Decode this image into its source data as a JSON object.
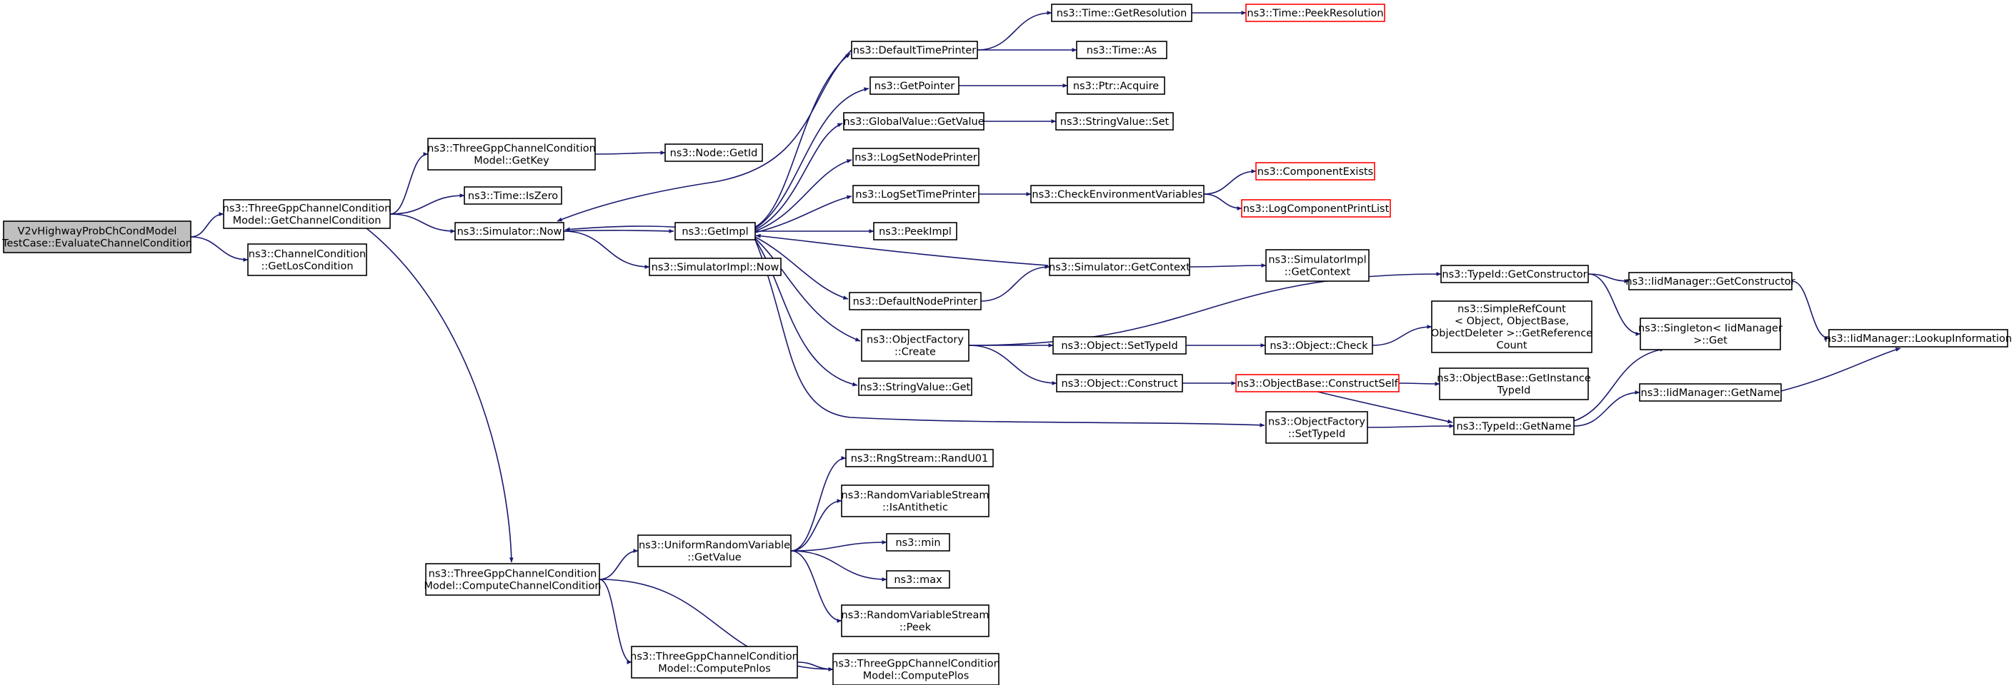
{
  "colors": {
    "edge": "#191970",
    "node_border": "#000000",
    "truncated_border": "#ff0000",
    "root_fill": "#bfbfbf",
    "node_fill": "#ffffff",
    "text": "#000000"
  },
  "nodes": [
    {
      "id": "root",
      "lines": [
        "V2vHighwayProbChCondModel",
        "TestCase::EvaluateChannelCondition"
      ],
      "style": "root"
    },
    {
      "id": "getChannelCondition",
      "lines": [
        "ns3::ThreeGppChannelCondition",
        "Model::GetChannelCondition"
      ],
      "style": "normal"
    },
    {
      "id": "getLosCondition",
      "lines": [
        "ns3::ChannelCondition",
        "::GetLosCondition"
      ],
      "style": "normal"
    },
    {
      "id": "getKey",
      "lines": [
        "ns3::ThreeGppChannelCondition",
        "Model::GetKey"
      ],
      "style": "normal"
    },
    {
      "id": "isZero",
      "lines": [
        "ns3::Time::IsZero"
      ],
      "style": "normal"
    },
    {
      "id": "simNow",
      "lines": [
        "ns3::Simulator::Now"
      ],
      "style": "normal"
    },
    {
      "id": "computeChannelCondition",
      "lines": [
        "ns3::ThreeGppChannelCondition",
        "Model::ComputeChannelCondition"
      ],
      "style": "normal"
    },
    {
      "id": "nodeGetId",
      "lines": [
        "ns3::Node::GetId"
      ],
      "style": "normal"
    },
    {
      "id": "getImpl",
      "lines": [
        "ns3::GetImpl"
      ],
      "style": "normal"
    },
    {
      "id": "simImplNow",
      "lines": [
        "ns3::SimulatorImpl::Now"
      ],
      "style": "normal"
    },
    {
      "id": "defaultTimePrinter",
      "lines": [
        "ns3::DefaultTimePrinter"
      ],
      "style": "normal"
    },
    {
      "id": "getPointer",
      "lines": [
        "ns3::GetPointer"
      ],
      "style": "normal"
    },
    {
      "id": "globalValueGetValue",
      "lines": [
        "ns3::GlobalValue::GetValue"
      ],
      "style": "normal"
    },
    {
      "id": "logSetNodePrinter",
      "lines": [
        "ns3::LogSetNodePrinter"
      ],
      "style": "normal"
    },
    {
      "id": "logSetTimePrinter",
      "lines": [
        "ns3::LogSetTimePrinter"
      ],
      "style": "normal"
    },
    {
      "id": "peekImpl",
      "lines": [
        "ns3::PeekImpl"
      ],
      "style": "normal"
    },
    {
      "id": "defaultNodePrinter",
      "lines": [
        "ns3::DefaultNodePrinter"
      ],
      "style": "normal"
    },
    {
      "id": "objectFactoryCreate",
      "lines": [
        "ns3::ObjectFactory",
        "::Create"
      ],
      "style": "normal"
    },
    {
      "id": "stringValueGet",
      "lines": [
        "ns3::StringValue::Get"
      ],
      "style": "normal"
    },
    {
      "id": "timeGetResolution",
      "lines": [
        "ns3::Time::GetResolution"
      ],
      "style": "normal"
    },
    {
      "id": "timePeekResolution",
      "lines": [
        "ns3::Time::PeekResolution"
      ],
      "style": "truncated"
    },
    {
      "id": "timeAs",
      "lines": [
        "ns3::Time::As"
      ],
      "style": "normal"
    },
    {
      "id": "ptrAcquire",
      "lines": [
        "ns3::Ptr::Acquire"
      ],
      "style": "normal"
    },
    {
      "id": "stringValueSet",
      "lines": [
        "ns3::StringValue::Set"
      ],
      "style": "normal"
    },
    {
      "id": "checkEnvVars",
      "lines": [
        "ns3::CheckEnvironmentVariables"
      ],
      "style": "normal"
    },
    {
      "id": "componentExists",
      "lines": [
        "ns3::ComponentExists"
      ],
      "style": "truncated"
    },
    {
      "id": "logComponentPrintList",
      "lines": [
        "ns3::LogComponentPrintList"
      ],
      "style": "truncated"
    },
    {
      "id": "simGetContext",
      "lines": [
        "ns3::Simulator::GetContext"
      ],
      "style": "normal"
    },
    {
      "id": "simImplGetContext",
      "lines": [
        "ns3::SimulatorImpl",
        "::GetContext"
      ],
      "style": "normal"
    },
    {
      "id": "objectSetTypeId",
      "lines": [
        "ns3::Object::SetTypeId"
      ],
      "style": "normal"
    },
    {
      "id": "objectCheck",
      "lines": [
        "ns3::Object::Check"
      ],
      "style": "normal"
    },
    {
      "id": "simpleRefCount",
      "lines": [
        "ns3::SimpleRefCount",
        "< Object, ObjectBase,",
        "ObjectDeleter >::GetReference",
        "Count"
      ],
      "style": "normal"
    },
    {
      "id": "objectConstruct",
      "lines": [
        "ns3::Object::Construct"
      ],
      "style": "normal"
    },
    {
      "id": "constructSelf",
      "lines": [
        "ns3::ObjectBase::ConstructSelf"
      ],
      "style": "truncated"
    },
    {
      "id": "getInstanceTypeId",
      "lines": [
        "ns3::ObjectBase::GetInstance",
        "TypeId"
      ],
      "style": "normal"
    },
    {
      "id": "objectFactorySetTypeId",
      "lines": [
        "ns3::ObjectFactory",
        "::SetTypeId"
      ],
      "style": "normal"
    },
    {
      "id": "typeIdGetName",
      "lines": [
        "ns3::TypeId::GetName"
      ],
      "style": "normal"
    },
    {
      "id": "typeIdGetConstructor",
      "lines": [
        "ns3::TypeId::GetConstructor"
      ],
      "style": "normal"
    },
    {
      "id": "iidGetConstructor",
      "lines": [
        "ns3::IidManager::GetConstructor"
      ],
      "style": "normal"
    },
    {
      "id": "singletonGet",
      "lines": [
        "ns3::Singleton< IidManager",
        ">::Get"
      ],
      "style": "normal"
    },
    {
      "id": "iidGetName",
      "lines": [
        "ns3::IidManager::GetName"
      ],
      "style": "normal"
    },
    {
      "id": "iidLookupInformation",
      "lines": [
        "ns3::IidManager::LookupInformation"
      ],
      "style": "normal"
    },
    {
      "id": "uniformGetValue",
      "lines": [
        "ns3::UniformRandomVariable",
        "::GetValue"
      ],
      "style": "normal"
    },
    {
      "id": "rngRandU01",
      "lines": [
        "ns3::RngStream::RandU01"
      ],
      "style": "normal"
    },
    {
      "id": "rvsIsAntithetic",
      "lines": [
        "ns3::RandomVariableStream",
        "::IsAntithetic"
      ],
      "style": "normal"
    },
    {
      "id": "min",
      "lines": [
        "ns3::min"
      ],
      "style": "normal"
    },
    {
      "id": "max",
      "lines": [
        "ns3::max"
      ],
      "style": "normal"
    },
    {
      "id": "rvsPeek",
      "lines": [
        "ns3::RandomVariableStream",
        "::Peek"
      ],
      "style": "normal"
    },
    {
      "id": "computePnlos",
      "lines": [
        "ns3::ThreeGppChannelCondition",
        "Model::ComputePnlos"
      ],
      "style": "normal"
    },
    {
      "id": "computePlos",
      "lines": [
        "ns3::ThreeGppChannelCondition",
        "Model::ComputePlos"
      ],
      "style": "normal"
    }
  ],
  "edges": [
    [
      "root",
      "getChannelCondition"
    ],
    [
      "root",
      "getLosCondition"
    ],
    [
      "getChannelCondition",
      "getKey"
    ],
    [
      "getChannelCondition",
      "isZero"
    ],
    [
      "getChannelCondition",
      "simNow"
    ],
    [
      "getChannelCondition",
      "computeChannelCondition"
    ],
    [
      "getKey",
      "nodeGetId"
    ],
    [
      "simNow",
      "getImpl"
    ],
    [
      "simNow",
      "simImplNow"
    ],
    [
      "getImpl",
      "simNow"
    ],
    [
      "getImpl",
      "defaultTimePrinter"
    ],
    [
      "getImpl",
      "getPointer"
    ],
    [
      "getImpl",
      "globalValueGetValue"
    ],
    [
      "getImpl",
      "logSetNodePrinter"
    ],
    [
      "getImpl",
      "logSetTimePrinter"
    ],
    [
      "getImpl",
      "peekImpl"
    ],
    [
      "getImpl",
      "defaultNodePrinter"
    ],
    [
      "getImpl",
      "objectFactoryCreate"
    ],
    [
      "getImpl",
      "stringValueGet"
    ],
    [
      "getImpl",
      "objectFactorySetTypeId"
    ],
    [
      "defaultTimePrinter",
      "timeGetResolution"
    ],
    [
      "defaultTimePrinter",
      "timeAs"
    ],
    [
      "timeGetResolution",
      "timePeekResolution"
    ],
    [
      "getPointer",
      "ptrAcquire"
    ],
    [
      "globalValueGetValue",
      "stringValueSet"
    ],
    [
      "logSetTimePrinter",
      "checkEnvVars"
    ],
    [
      "checkEnvVars",
      "componentExists"
    ],
    [
      "checkEnvVars",
      "logComponentPrintList"
    ],
    [
      "defaultNodePrinter",
      "simGetContext"
    ],
    [
      "simGetContext",
      "getImpl"
    ],
    [
      "simGetContext",
      "simImplGetContext"
    ],
    [
      "objectFactoryCreate",
      "typeIdGetConstructor"
    ],
    [
      "objectFactoryCreate",
      "objectSetTypeId"
    ],
    [
      "objectFactoryCreate",
      "objectConstruct"
    ],
    [
      "objectSetTypeId",
      "objectCheck"
    ],
    [
      "objectCheck",
      "simpleRefCount"
    ],
    [
      "objectConstruct",
      "constructSelf"
    ],
    [
      "constructSelf",
      "getInstanceTypeId"
    ],
    [
      "constructSelf",
      "typeIdGetName"
    ],
    [
      "objectFactorySetTypeId",
      "typeIdGetName"
    ],
    [
      "typeIdGetConstructor",
      "iidGetConstructor"
    ],
    [
      "typeIdGetConstructor",
      "singletonGet"
    ],
    [
      "iidGetConstructor",
      "iidLookupInformation"
    ],
    [
      "typeIdGetName",
      "singletonGet"
    ],
    [
      "typeIdGetName",
      "iidGetName"
    ],
    [
      "iidGetName",
      "iidLookupInformation"
    ],
    [
      "computeChannelCondition",
      "uniformGetValue"
    ],
    [
      "computeChannelCondition",
      "computePnlos"
    ],
    [
      "computeChannelCondition",
      "computePlos"
    ],
    [
      "uniformGetValue",
      "rngRandU01"
    ],
    [
      "uniformGetValue",
      "rvsIsAntithetic"
    ],
    [
      "uniformGetValue",
      "min"
    ],
    [
      "uniformGetValue",
      "max"
    ],
    [
      "uniformGetValue",
      "rvsPeek"
    ],
    [
      "computePnlos",
      "computePlos"
    ]
  ]
}
